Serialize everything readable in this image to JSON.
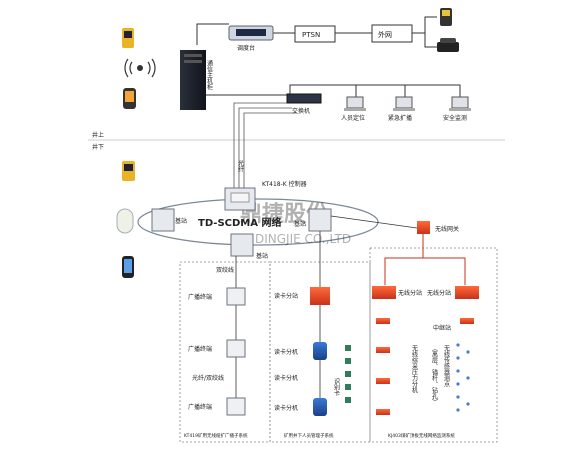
{
  "labels": {
    "dispatch_console": "调度台",
    "ptsn": "PTSN",
    "external_network": "外网",
    "comm_cabinet": "通信主机柜",
    "switch": "交换机",
    "personnel_positioning": "人员定位",
    "emergency_broadcast": "紧急扩播",
    "safety_monitoring": "安全监测",
    "above_ground": "井上",
    "below_ground": "井下",
    "fiber": "光纤",
    "controller": "KT418-K 控制器",
    "network_name": "TD-SCDMA 网络",
    "base_station_left": "基站",
    "base_station_right": "基站",
    "base_station_bottom": "基站",
    "watermark_cn": "鼎捷股份",
    "watermark_en": "DINGJIE CO.,LTD",
    "wireless_gateway": "无线网关",
    "twisted_pair": "双绞线",
    "broadcast_terminal_1": "广播终端",
    "broadcast_terminal_2": "广播终端",
    "broadcast_terminal_3": "广播终端",
    "fiber_twisted": "光纤/双绞线",
    "reader_substation": "读卡分站",
    "reader_extension_1": "读卡分机",
    "reader_extension_2": "读卡分机",
    "reader_extension_3": "读卡分机",
    "id_card": "识别卡",
    "wireless_substation_1": "无线分站",
    "wireless_substation_2": "无线分站",
    "relay_station": "中继站",
    "wireless_sensor_nodes": "无线传感器测点",
    "sensor_detail": "（离层、锚杆、钻孔）",
    "wireless_pressure_ext": "无线综采压力分机",
    "sub_broadcast": "KT419矿用无线缆扩广播子系统",
    "sub_personnel": "矿用井下人员管理子系统",
    "sub_pressure": "KJ403煤矿顶板无线网络监测系统"
  }
}
